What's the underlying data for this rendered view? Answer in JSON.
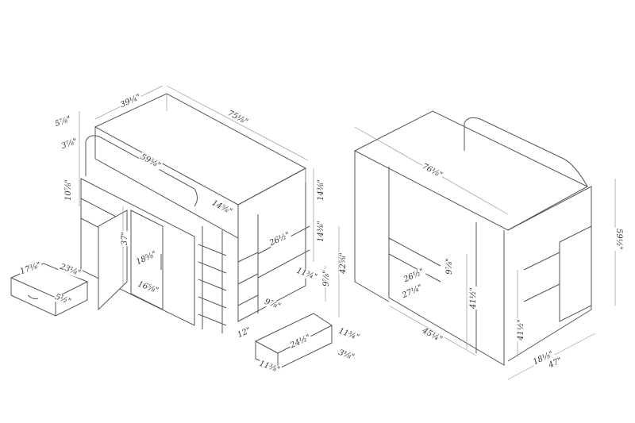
{
  "left_view": {
    "dims": [
      "5⅞\"",
      "39¼\"",
      "75⅛\"",
      "3⅞\"",
      "59⅝\"",
      "10⅞\"",
      "14⅝\"",
      "14⅜\"",
      "14⅜\"",
      "26½\"",
      "37\"",
      "18⅝\"",
      "11¾\"",
      "9⅞\"",
      "42⅝\"",
      "17⅜\"",
      "23⅛\"",
      "16⅝\"",
      "5½\"",
      "9⅞\"",
      "12\"",
      "24½\"",
      "11¾\"",
      "3⅛\"",
      "11⅜\""
    ]
  },
  "right_view": {
    "dims": [
      "76⅛\"",
      "26½\"",
      "9⅞\"",
      "27¼\"",
      "41½\"",
      "45¼\"",
      "59½\"",
      "41½\"",
      "18⅛\"",
      "47\""
    ]
  }
}
